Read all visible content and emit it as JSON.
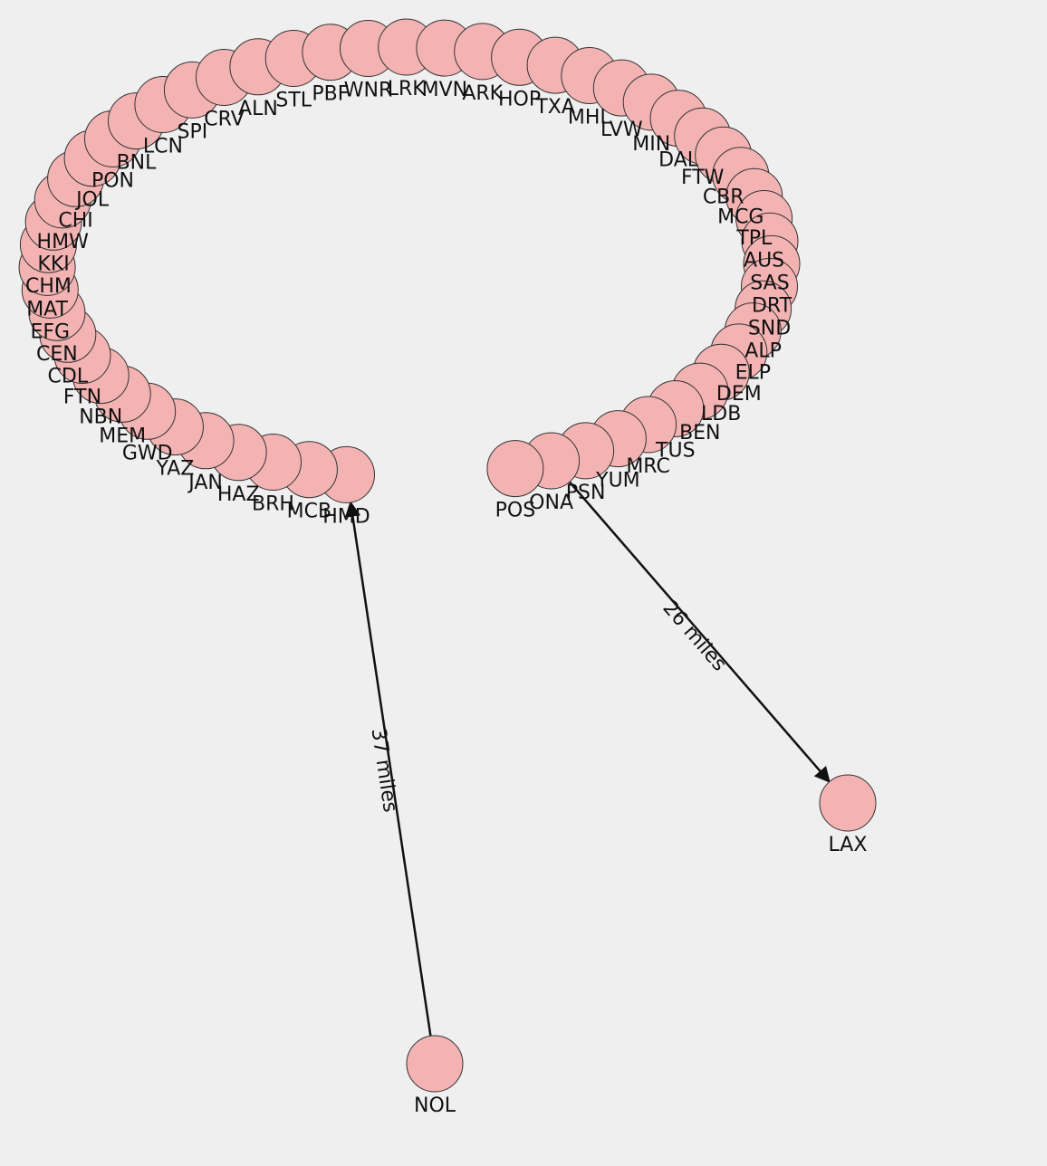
{
  "colors": {
    "background": "#efefef",
    "node_fill": "#f4b3b3",
    "node_stroke": "#333333",
    "edge": "#111111",
    "text": "#111111"
  },
  "ring_nodes": [
    {
      "label": "HMD"
    },
    {
      "label": "MCB"
    },
    {
      "label": "BRH"
    },
    {
      "label": "HAZ"
    },
    {
      "label": "JAN"
    },
    {
      "label": "YAZ"
    },
    {
      "label": "GWD"
    },
    {
      "label": "MEM"
    },
    {
      "label": "NBN"
    },
    {
      "label": "FTN"
    },
    {
      "label": "CDL"
    },
    {
      "label": "CEN"
    },
    {
      "label": "EFG"
    },
    {
      "label": "MAT"
    },
    {
      "label": "CHM"
    },
    {
      "label": "KKI"
    },
    {
      "label": "HMW"
    },
    {
      "label": "CHI"
    },
    {
      "label": "JOL"
    },
    {
      "label": "PON"
    },
    {
      "label": "BNL"
    },
    {
      "label": "LCN"
    },
    {
      "label": "SPI"
    },
    {
      "label": "CRV"
    },
    {
      "label": "ALN"
    },
    {
      "label": "STL"
    },
    {
      "label": "PBF"
    },
    {
      "label": "WNR"
    },
    {
      "label": "LRK"
    },
    {
      "label": "MVN"
    },
    {
      "label": "ARK"
    },
    {
      "label": "HOP"
    },
    {
      "label": "TXA"
    },
    {
      "label": "MHL"
    },
    {
      "label": "LVW"
    },
    {
      "label": "MIN"
    },
    {
      "label": "DAL"
    },
    {
      "label": "FTW"
    },
    {
      "label": "CBR"
    },
    {
      "label": "MCG"
    },
    {
      "label": "TPL"
    },
    {
      "label": "AUS"
    },
    {
      "label": "SAS"
    },
    {
      "label": "DRT"
    },
    {
      "label": "SND"
    },
    {
      "label": "ALP"
    },
    {
      "label": "ELP"
    },
    {
      "label": "DEM"
    },
    {
      "label": "LDB"
    },
    {
      "label": "BEN"
    },
    {
      "label": "TUS"
    },
    {
      "label": "MRC"
    },
    {
      "label": "YUM"
    },
    {
      "label": "PSN"
    },
    {
      "label": "ONA"
    },
    {
      "label": "POS"
    }
  ],
  "outer_nodes": [
    {
      "id": "NOL",
      "label": "NOL"
    },
    {
      "id": "LAX",
      "label": "LAX"
    }
  ],
  "edges": [
    {
      "from": "NOL",
      "to": "HMD",
      "label": "37 miles"
    },
    {
      "from": "ONA",
      "to": "LAX",
      "label": "26 miles"
    }
  ]
}
